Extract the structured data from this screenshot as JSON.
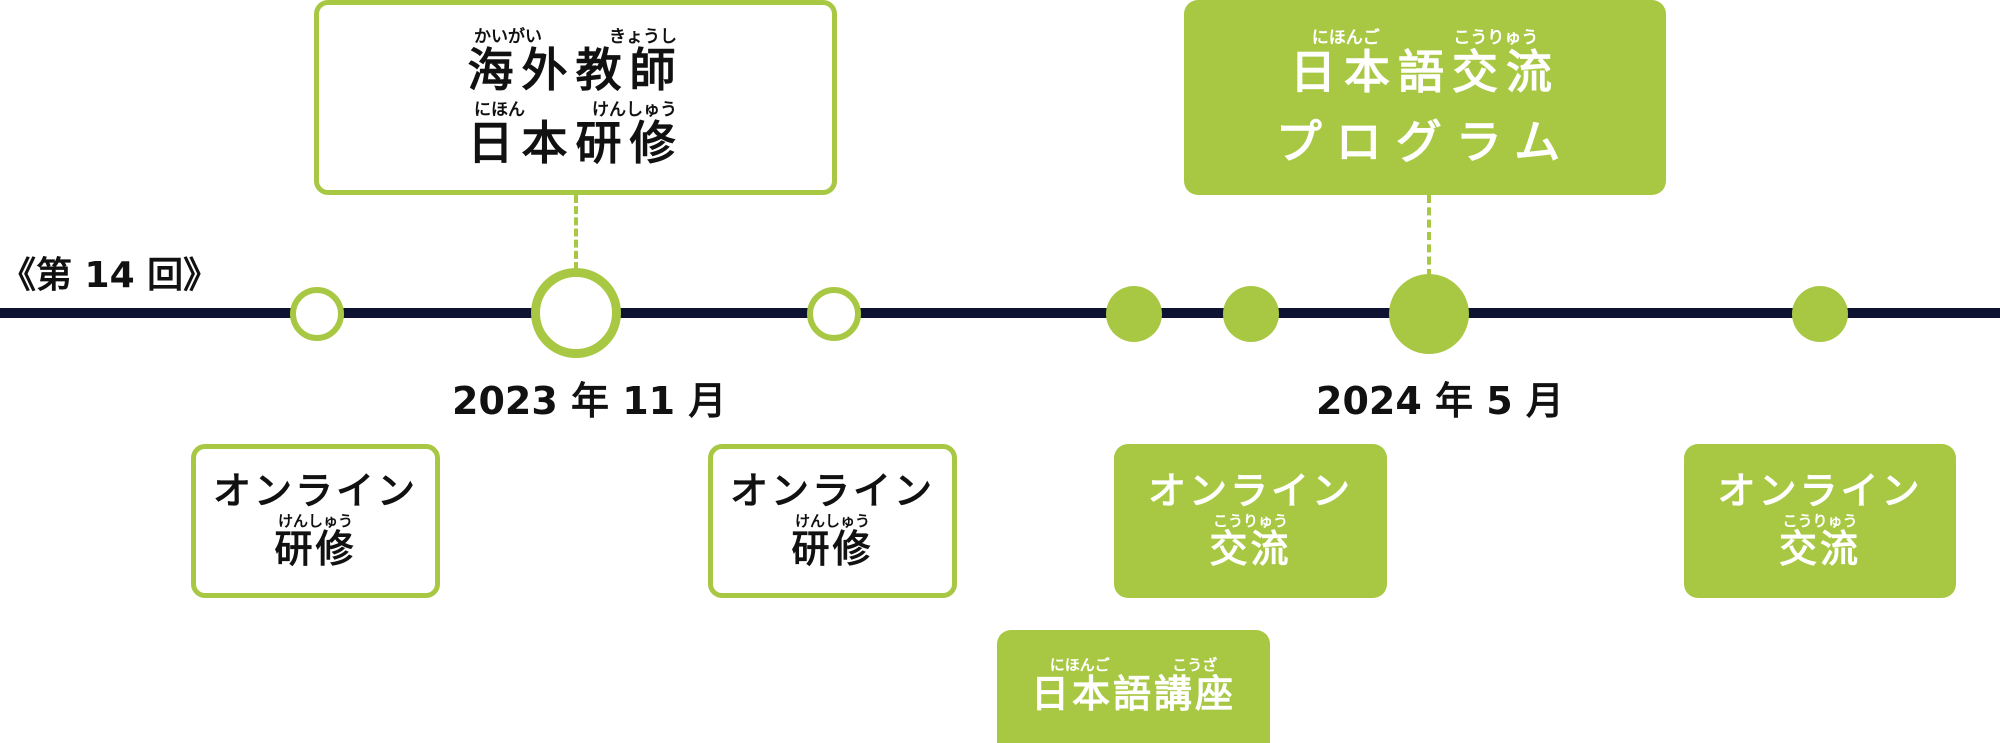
{
  "round_label": "《第 14 回》",
  "timeline": {
    "line_color": "#0d1330",
    "accent_color": "#a8c844",
    "dates": [
      "2023 年 11 月",
      "2024 年 5 月"
    ]
  },
  "top_boxes": [
    {
      "style": "outline",
      "ruby1": [
        "かいがい",
        "きょうし"
      ],
      "line1": "海外教師",
      "ruby2": [
        "にほん",
        "けんしゅう"
      ],
      "line2": "日本研修"
    },
    {
      "style": "filled",
      "ruby1": [
        "にほんご",
        "こうりゅう"
      ],
      "line1": "日本語交流",
      "line2": "プログラム"
    }
  ],
  "bottom_boxes": [
    {
      "style": "outline",
      "title": "オンライン",
      "ruby": "けんしゅう",
      "subtitle": "研修"
    },
    {
      "style": "outline",
      "title": "オンライン",
      "ruby": "けんしゅう",
      "subtitle": "研修"
    },
    {
      "style": "filled",
      "title": "オンライン",
      "ruby": "こうりゅう",
      "subtitle": "交流"
    },
    {
      "style": "filled",
      "title": "オンライン",
      "ruby": "こうりゅう",
      "subtitle": "交流"
    },
    {
      "style": "filled",
      "ruby": [
        "にほんご",
        "こうざ"
      ],
      "subtitle": "日本語講座"
    }
  ]
}
